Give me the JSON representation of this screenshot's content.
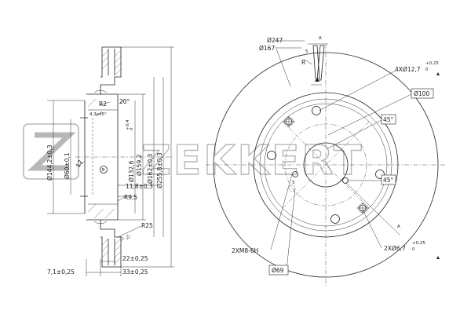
{
  "watermark": {
    "brand_text": "ZEKKERT"
  },
  "side_view": {
    "dims": {
      "d144": "Ø144,2±0,3",
      "d60": "Ø60±0,1",
      "d132": "Ø132,6",
      "d159": "Ø159,2",
      "d162": "Ø162±0,3",
      "d255": "Ø255,8±0,3",
      "r2": "R2",
      "chamfer": "4,3x45°",
      "angle20": "20°",
      "num12": "12",
      "r95": "R9,5",
      "d118": "11,8±0,3",
      "r25": "R25",
      "d22": "22±0,25",
      "d71": "7,1±0,25",
      "d33": "33±0,25",
      "tol04": "+0,4",
      "tol0": "0"
    }
  },
  "front_view": {
    "dims": {
      "d247": "Ø247",
      "d167": "Ø167",
      "sectionA": "A",
      "sectionA2": "A",
      "r_label": "R",
      "num5": "5",
      "holes4": "4XØ12,7",
      "holes4_tol": "+0,25",
      "holes4_tol2": "0",
      "d100": "Ø100",
      "ang45a": "45°",
      "ang45b": "45°",
      "thread": "2XM8-6H",
      "holes2": "2XØ6,7",
      "holes2_tol": "+0,25",
      "holes2_tol2": "0",
      "d69": "Ø69",
      "num5b": "5"
    }
  }
}
